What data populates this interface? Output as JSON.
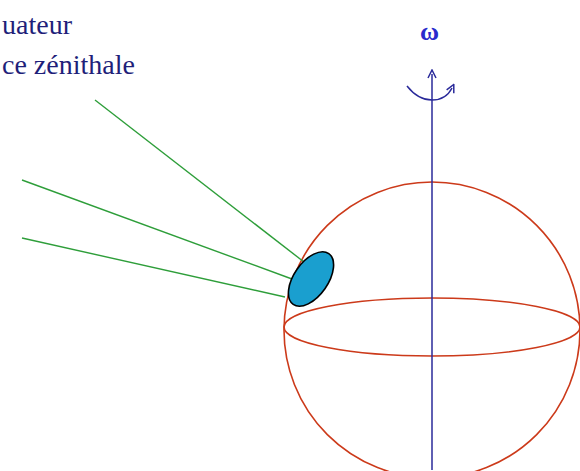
{
  "diagram": {
    "labels": [
      "uateur",
      "ce zénithale",
      "ω"
    ]
  }
}
